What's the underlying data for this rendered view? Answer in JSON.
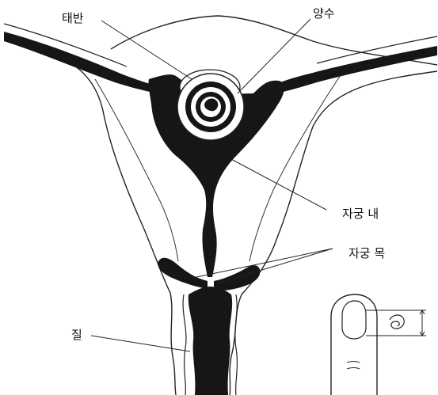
{
  "labels": {
    "placenta": "태반",
    "amniotic_fluid": "양수",
    "uterine_cavity": "자궁 내",
    "cervix": "자궁 목",
    "vagina": "질"
  },
  "colors": {
    "ink": "#111111",
    "tissue": "#161616",
    "paper": "#ffffff"
  }
}
